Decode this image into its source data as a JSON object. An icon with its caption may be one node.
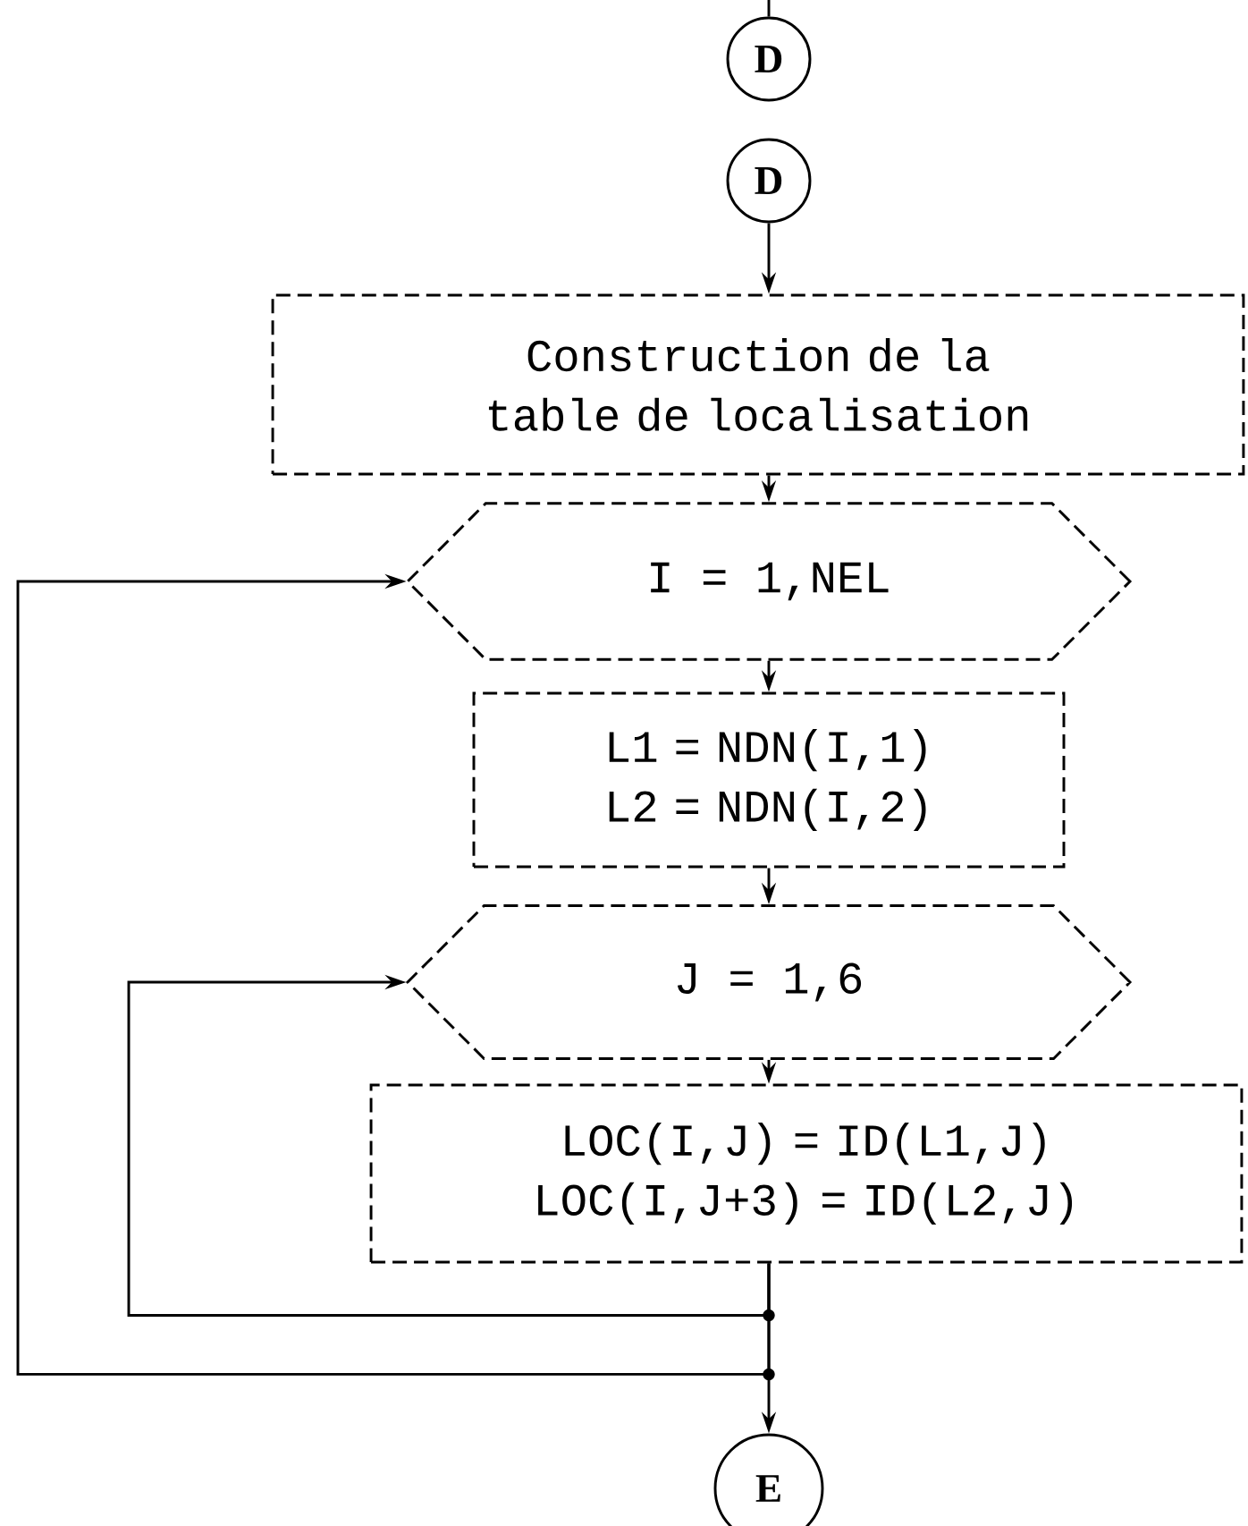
{
  "diagram": {
    "nodes": [
      {
        "text": [
          "D"
        ]
      },
      {
        "text": [
          "D"
        ]
      },
      {
        "text": [
          "Construction de la table de localisation"
        ]
      },
      {
        "text": [
          "I = 1,NEL"
        ]
      },
      {
        "text": [
          "L1 = NDN(I,1)",
          "L2 = NDN(I,2)"
        ]
      },
      {
        "text": [
          "J = 1,6"
        ]
      },
      {
        "text": [
          "LOC(I,J) = ID(L1,J)",
          "LOC(I,J+3) = ID(L2,J)"
        ]
      },
      {
        "text": [
          "E"
        ]
      }
    ],
    "edges": [
      {
        "from": null,
        "to": 0,
        "arrow": "none"
      },
      {
        "from": 1,
        "to": 2,
        "arrow": "to"
      },
      {
        "from": 2,
        "to": 3,
        "arrow": "to"
      },
      {
        "from": 3,
        "to": 4,
        "arrow": "to"
      },
      {
        "from": 4,
        "to": 5,
        "arrow": "to"
      },
      {
        "from": 5,
        "to": 6,
        "arrow": "to"
      },
      {
        "from": 6,
        "to": 7,
        "arrow": "to"
      },
      {
        "from": 6,
        "to": 5,
        "arrow": "to"
      },
      {
        "from": 6,
        "to": 3,
        "arrow": "to"
      }
    ]
  }
}
